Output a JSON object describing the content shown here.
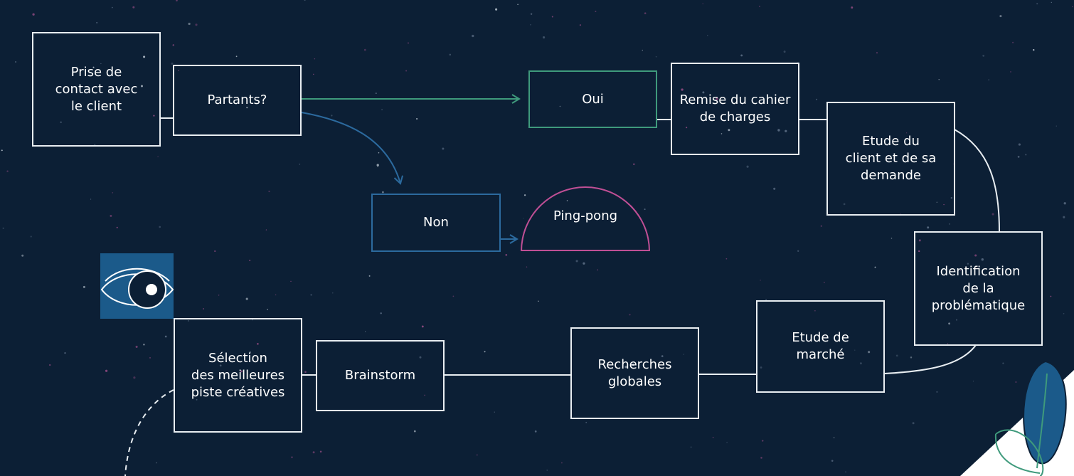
{
  "colors": {
    "background": "#0c1f35",
    "box_border": "#e9eef2",
    "yes_branch": "#3f9a7c",
    "no_branch": "#2c6a9e",
    "ping_pong": "#c04f95",
    "eye_badge": "#1b5a8a",
    "leaf": "#1b5a8a"
  },
  "nodes": {
    "prise_contact": "Prise de\ncontact avec\nle client",
    "partants": "Partants?",
    "oui": "Oui",
    "non": "Non",
    "ping_pong": "Ping-pong",
    "remise_cahier": "Remise du cahier\nde charges",
    "etude_client": "Etude du\nclient et de sa\ndemande",
    "identification": "Identification\nde la\nproblématique",
    "etude_marche": "Etude de\nmarché",
    "recherches": "Recherches\nglobales",
    "brainstorm": "Brainstorm",
    "selection": "Sélection\ndes meilleures\npiste créatives"
  },
  "icons": {
    "eye": "eye-icon",
    "leaf": "leaf-icon"
  }
}
